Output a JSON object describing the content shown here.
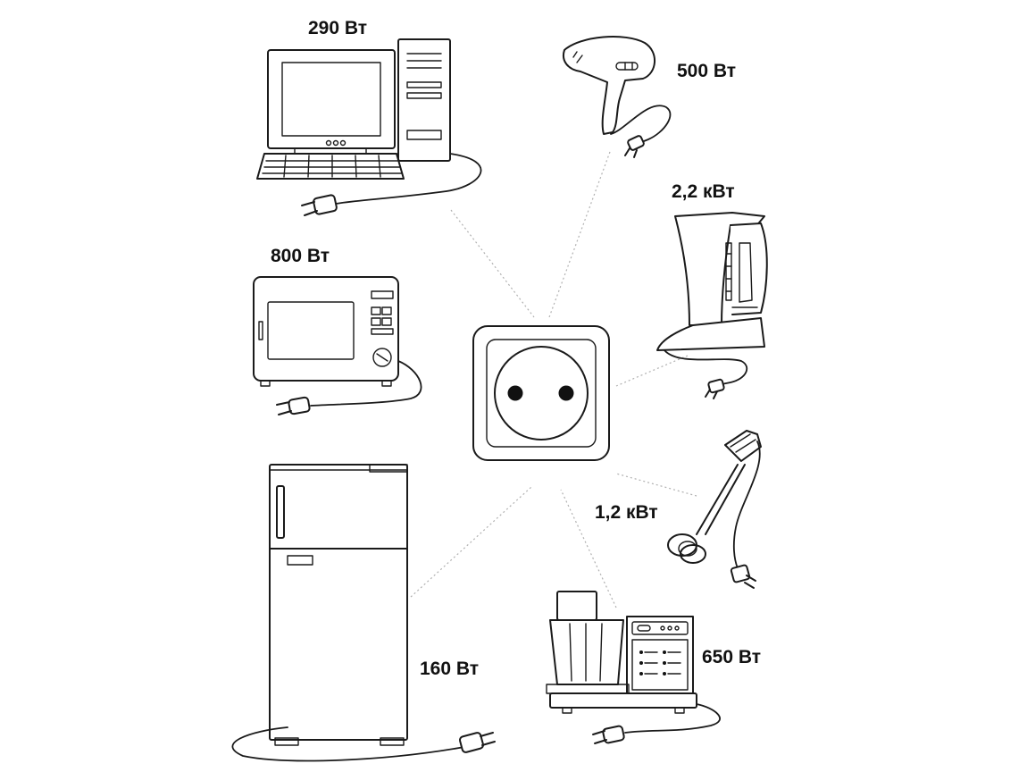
{
  "labels": {
    "computer": "290 Вт",
    "hairdryer": "500 Вт",
    "kettle": "2,2 кВт",
    "microwave": "800 Вт",
    "boiler": "1,2 кВт",
    "fridge": "160 Вт",
    "foodprocessor": "650 Вт"
  },
  "colors": {
    "line": "#1a1a1a",
    "connector": "#b0b0b0",
    "background": "#ffffff"
  }
}
